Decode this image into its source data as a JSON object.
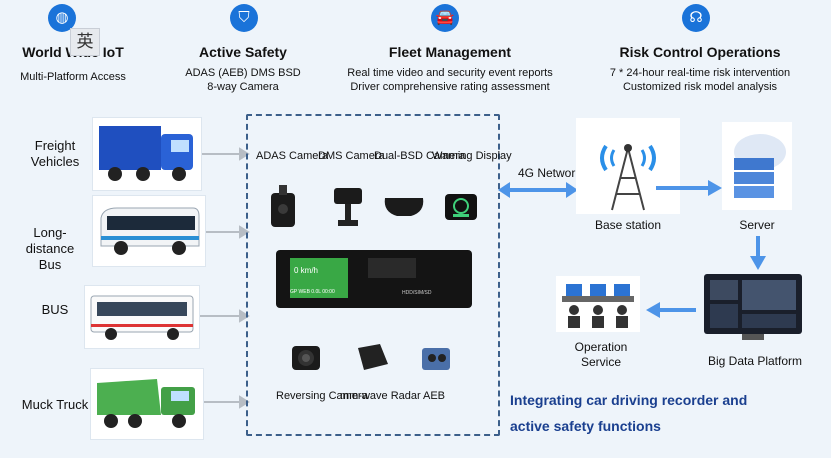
{
  "features": [
    {
      "icon": "globe-icon",
      "title": "World Wide IoT",
      "lines": [
        "Multi-Platform Access"
      ]
    },
    {
      "icon": "shield-road-icon",
      "title": "Active Safety",
      "lines": [
        "ADAS  (AEB)   DMS BSD",
        "8-way Camera"
      ]
    },
    {
      "icon": "car-icon",
      "title": "Fleet Management",
      "lines": [
        "Real time video and security event reports",
        "Driver comprehensive rating assessment"
      ]
    },
    {
      "icon": "headset-icon",
      "title": "Risk Control Operations",
      "lines": [
        "7 * 24-hour real-time risk intervention",
        "Customized risk model analysis"
      ]
    }
  ],
  "overlay_char": "英",
  "vehicles": [
    "Freight Vehicles",
    "Long-distance Bus",
    "BUS",
    "Muck Truck"
  ],
  "devices_top": [
    "ADAS Camera",
    "DMS Camera",
    "Dual-BSD Camera",
    "Warning Display"
  ],
  "devices_bottom": [
    "Reversing Camera",
    "mm-wave Radar",
    "AEB"
  ],
  "recorder": {
    "speed": "0 km/h",
    "status_line": "GP WEB 0.0L 00:00",
    "face_label": "HDD/SIM/SD"
  },
  "network_label": "4G Network",
  "nodes": {
    "base_station": "Base station",
    "server": "Server",
    "big_data": "Big Data Platform",
    "operation": "Operation Service"
  },
  "footer": [
    "Integrating car driving recorder and",
    "active safety functions"
  ],
  "colors": {
    "accent": "#1a73d9",
    "arrow": "#4d94e8",
    "footer": "#1a3f8f",
    "dashed": "#3c5f8a"
  }
}
